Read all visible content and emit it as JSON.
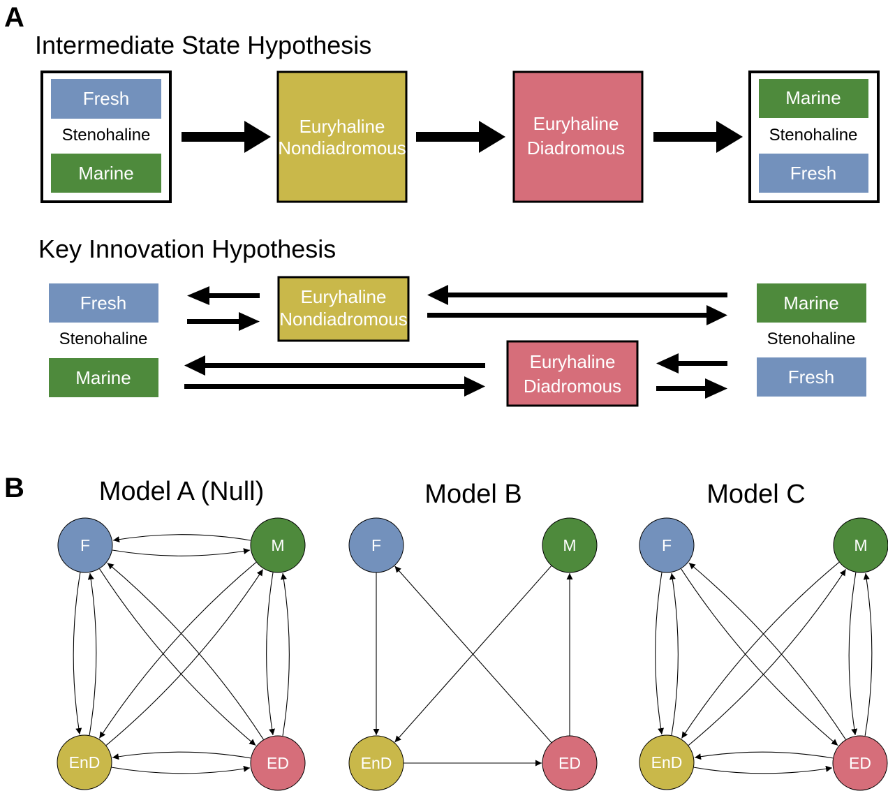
{
  "colors": {
    "fresh": "#7391bc",
    "marine": "#4e8a3c",
    "euryhaline_nondiadromous": "#c9b84a",
    "euryhaline_diadromous": "#d66e7a",
    "arrow": "#000000"
  },
  "panel_a": {
    "letter": "A",
    "intermediate": {
      "title": "Intermediate State Hypothesis",
      "left_group": {
        "top": "Fresh",
        "middle": "Stenohaline",
        "bottom": "Marine"
      },
      "box1": {
        "line1": "Euryhaline",
        "line2": "Nondiadromous"
      },
      "box2": {
        "line1": "Euryhaline",
        "line2": "Diadromous"
      },
      "right_group": {
        "top": "Marine",
        "middle": "Stenohaline",
        "bottom": "Fresh"
      }
    },
    "key_innovation": {
      "title": "Key Innovation Hypothesis",
      "left_group": {
        "top": "Fresh",
        "middle": "Stenohaline",
        "bottom": "Marine"
      },
      "box1": {
        "line1": "Euryhaline",
        "line2": "Nondiadromous"
      },
      "box2": {
        "line1": "Euryhaline",
        "line2": "Diadromous"
      },
      "right_group": {
        "top": "Marine",
        "middle": "Stenohaline",
        "bottom": "Fresh"
      }
    }
  },
  "panel_b": {
    "letter": "B",
    "node_labels": {
      "F": "F",
      "M": "M",
      "EnD": "EnD",
      "ED": "ED"
    },
    "models": [
      {
        "title": "Model A (Null)",
        "edges": [
          [
            "F",
            "M"
          ],
          [
            "M",
            "F"
          ],
          [
            "F",
            "EnD"
          ],
          [
            "EnD",
            "F"
          ],
          [
            "F",
            "ED"
          ],
          [
            "ED",
            "F"
          ],
          [
            "M",
            "EnD"
          ],
          [
            "EnD",
            "M"
          ],
          [
            "M",
            "ED"
          ],
          [
            "ED",
            "M"
          ],
          [
            "EnD",
            "ED"
          ],
          [
            "ED",
            "EnD"
          ]
        ]
      },
      {
        "title": "Model B",
        "edges": [
          [
            "F",
            "EnD"
          ],
          [
            "M",
            "EnD"
          ],
          [
            "EnD",
            "ED"
          ],
          [
            "ED",
            "F"
          ],
          [
            "ED",
            "M"
          ]
        ]
      },
      {
        "title": "Model C",
        "edges": [
          [
            "F",
            "EnD"
          ],
          [
            "EnD",
            "F"
          ],
          [
            "F",
            "ED"
          ],
          [
            "ED",
            "F"
          ],
          [
            "M",
            "EnD"
          ],
          [
            "EnD",
            "M"
          ],
          [
            "M",
            "ED"
          ],
          [
            "ED",
            "M"
          ],
          [
            "EnD",
            "ED"
          ],
          [
            "ED",
            "EnD"
          ]
        ]
      }
    ]
  }
}
